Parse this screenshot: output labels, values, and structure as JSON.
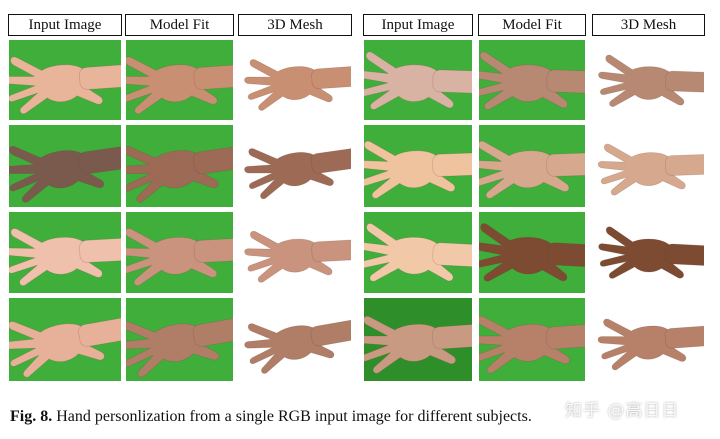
{
  "headers": [
    "Input Image",
    "Model Fit",
    "3D Mesh",
    "Input Image",
    "Model Fit",
    "3D Mesh"
  ],
  "caption": {
    "label": "Fig. 8.",
    "text": "Hand personlization from a single RGB input image for different subjects."
  },
  "watermark": "知乎 @高日日",
  "colors": {
    "green_bg": "#3fae3a",
    "green_bg_dark": "#2e8f2a",
    "skin_tones": [
      "#e8b49a",
      "#7a5a4c",
      "#efc0ab",
      "#e7b199",
      "#d8b3a3",
      "#f0c39f",
      "#f2c9a8",
      "#c99a82"
    ],
    "mesh_tones": [
      "#c98f73",
      "#9c6a55",
      "#c9937d",
      "#b07d67",
      "#b88972",
      "#d6a98f",
      "#7d4a32",
      "#b78069"
    ]
  }
}
